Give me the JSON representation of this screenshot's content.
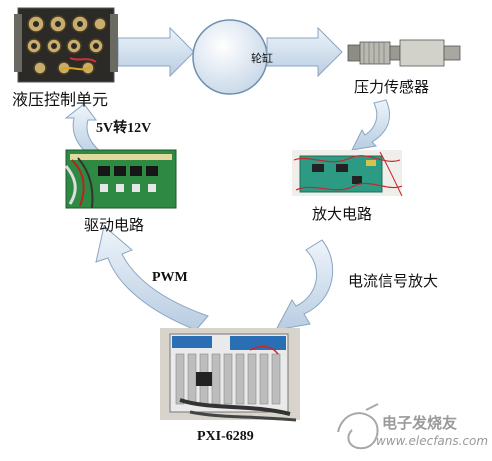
{
  "nodes": {
    "hydraulic_unit": {
      "label": "液压控制单元"
    },
    "wheel_cylinder": {
      "label": "轮缸"
    },
    "pressure_sensor": {
      "label": "压力传感器"
    },
    "amplifier_circuit": {
      "label": "放大电路"
    },
    "drive_circuit": {
      "label": "驱动电路"
    },
    "pxi": {
      "label": "PXI-6289"
    }
  },
  "edges": {
    "drive_to_hydraulic": {
      "label": "5V转12V"
    },
    "pxi_to_drive": {
      "label": "PWM"
    },
    "amplifier_to_pxi": {
      "label": "电流信号放大"
    }
  },
  "watermark": {
    "cn": "电子发烧友",
    "en": "www.elecfans.com"
  },
  "colors": {
    "arrow_fill": "#c9d9ea",
    "arrow_stroke": "#8aa6c2",
    "circle_fill": "#e4edf5",
    "circle_stroke": "#6f8fb0"
  }
}
